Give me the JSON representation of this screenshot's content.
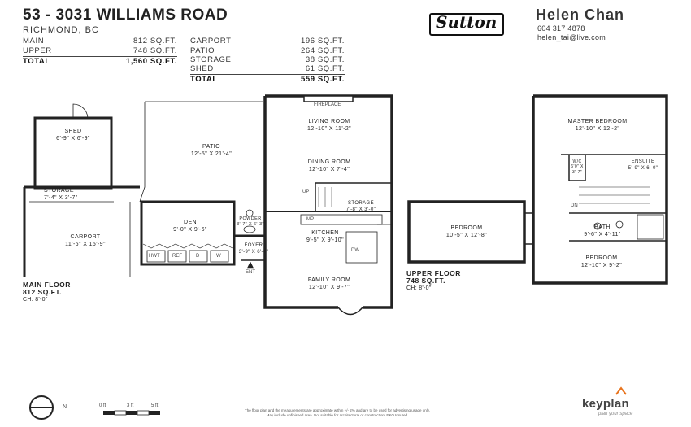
{
  "header": {
    "address": "53 - 3031 WILLIAMS ROAD",
    "city": "RICHMOND, BC",
    "brand": "Sutton",
    "agent_name": "Helen Chan",
    "agent_phone": "604 317 4878",
    "agent_email": "helen_tai@live.com"
  },
  "area_table_left": [
    {
      "label": "MAIN",
      "value": "812 SQ.FT."
    },
    {
      "label": "UPPER",
      "value": "748 SQ.FT."
    },
    {
      "label": "TOTAL",
      "value": "1,560 SQ.FT."
    }
  ],
  "area_table_right": [
    {
      "label": "CARPORT",
      "value": "196 SQ.FT."
    },
    {
      "label": "PATIO",
      "value": "264 SQ.FT."
    },
    {
      "label": "STORAGE",
      "value": "38 SQ.FT."
    },
    {
      "label": "SHED",
      "value": "61 SQ.FT."
    },
    {
      "label": "TOTAL",
      "value": "559 SQ.FT."
    }
  ],
  "main_floor": {
    "label": "MAIN FLOOR",
    "area": "812 SQ.FT.",
    "ceiling": "CH: 8'-0\"",
    "rooms": {
      "shed": {
        "name": "SHED",
        "dims": "6'-9\"  X  6'-9\""
      },
      "patio": {
        "name": "PATIO",
        "dims": "12'-5\"  X  21'-4\""
      },
      "storage_outside": {
        "name": "STORAGE",
        "dims": "7'-4\"  X  3'-7\""
      },
      "carport": {
        "name": "CARPORT",
        "dims": "11'-6\"  X  15'-9\""
      },
      "den": {
        "name": "DEN",
        "dims": "9'-0\"  X  9'-6\""
      },
      "powder": {
        "name": "POWDER",
        "dims": "3'-7\" X 6'-3\""
      },
      "foyer": {
        "name": "FOYER",
        "dims": "3'-9\" X 6'-0\""
      },
      "living": {
        "name": "LIVING ROOM",
        "dims": "12'-10\"  X  11'-2\""
      },
      "dining": {
        "name": "DINING ROOM",
        "dims": "12'-10\"  X  7'-4\""
      },
      "storage_inside": {
        "name": "STORAGE",
        "dims": "7'-8\"  X  3'-0\""
      },
      "kitchen": {
        "name": "KITCHEN",
        "dims": "9'-5\"  X  9'-10\""
      },
      "family": {
        "name": "FAMILY ROOM",
        "dims": "12'-10\"  X  9'-7\""
      }
    },
    "fixtures": {
      "fireplace": "FIREPLACE",
      "up": "UP",
      "mp": "MP",
      "dw": "DW",
      "hwt": "HWT",
      "ref": "REF",
      "d": "D",
      "w": "W",
      "ent": "ENT"
    }
  },
  "upper_floor": {
    "label": "UPPER FLOOR",
    "area": "748 SQ.FT.",
    "ceiling": "CH: 8'-0\"",
    "rooms": {
      "master": {
        "name": "MASTER BEDROOM",
        "dims": "12'-10\"  X  12'-2\""
      },
      "ensuite": {
        "name": "ENSUITE",
        "dims": "5'-9\" X 6'-0\""
      },
      "wic": {
        "name": "W/C",
        "dims": "6'0\" X 3'-7\""
      },
      "bedroom1": {
        "name": "BEDROOM",
        "dims": "10'-5\"  X  12'-8\""
      },
      "bath": {
        "name": "BATH",
        "dims": "9'-6\"  X  4'-11\""
      },
      "bedroom2": {
        "name": "BEDROOM",
        "dims": "12'-10\"  X  9'-2\""
      }
    },
    "fixtures": {
      "dn": "DN"
    }
  },
  "footer": {
    "north": "N",
    "scale_0": "0 ft",
    "scale_3": "3 ft",
    "scale_5": "5 ft",
    "note_line1": "The floor plan and the measurements are approximate within +/- 2% and are to be used for advertising usage only.",
    "note_line2": "May include unfinished area. Not suitable for architectural or construction. E&O Insured.",
    "keyplan": "keyplan",
    "keyplan_tagline": "plan your space",
    "accent_color": "#e8731c"
  }
}
